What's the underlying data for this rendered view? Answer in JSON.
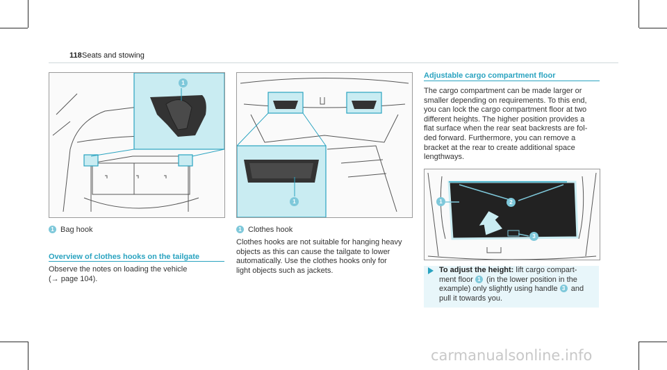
{
  "header": {
    "page_number": "118",
    "title": "Seats and stowing"
  },
  "left_column": {
    "figure_badge": "1",
    "caption_num": "1",
    "caption_text": "Bag hook",
    "section_heading": "Overview of clothes hooks on the tailgate",
    "body_line1": "Observe the notes on loading the vehicle",
    "body_line2": "(→ page 104)."
  },
  "middle_column": {
    "figure_badge": "1",
    "caption_num": "1",
    "caption_text": "Clothes hook",
    "body_lines": [
      "Clothes hooks are not suitable for hanging heavy",
      "objects as this can cause the tailgate to lower",
      "automatically. Use the clothes hooks only for",
      "light objects such as jackets."
    ]
  },
  "right_column": {
    "section_heading": "Adjustable cargo compartment floor",
    "body_lines": [
      "The cargo compartment can be made larger or",
      "smaller depending on requirements. To this end,",
      "you can lock the cargo compartment floor at two",
      "different heights. The higher position provides a",
      "flat surface when the rear seat backrests are fol-",
      "ded forward. Furthermore, you can remove a",
      "bracket at the rear to create additional space",
      "lengthways."
    ],
    "figure_badges": [
      "1",
      "2",
      "3"
    ],
    "step": {
      "bold": "To adjust the height:",
      "line1_rest": " lift cargo compart-",
      "line2a": "ment floor ",
      "line2_badge": "1",
      "line2b": " (in the lower position in the",
      "line3a": "example) only slightly using handle ",
      "line3_badge": "3",
      "line3b": " and",
      "line4": "pull it towards you."
    }
  },
  "colors": {
    "accent": "#2aa3c0",
    "badge": "#7ec8da",
    "highlight": "#c9ecf2"
  },
  "watermark": "carmanualsonline.info"
}
